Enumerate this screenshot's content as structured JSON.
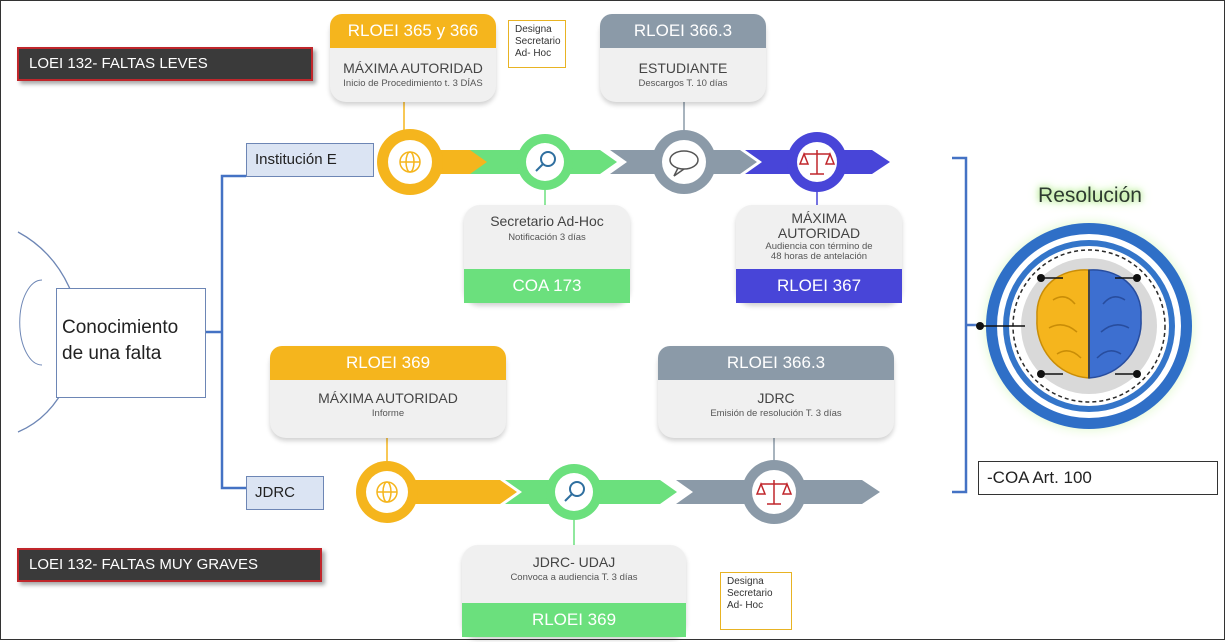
{
  "labels": {
    "faltas_leves": "LOEI 132- FALTAS LEVES",
    "faltas_muy_graves": "LOEI 132- FALTAS MUY GRAVES",
    "institucion": "Institución E",
    "jdrc": "JDRC",
    "conocimiento": "Conocimiento de una falta",
    "resolucion": "Resolución",
    "coa_art": "-COA Art. 100"
  },
  "top_row": {
    "card1": {
      "head": "RLOEI 365 y 366",
      "title": "MÁXIMA AUTORIDAD",
      "sub": "Inicio de Procedimiento t. 3 DÍAS"
    },
    "note1": "Designa Secretario Ad- Hoc",
    "card2": {
      "head": "RLOEI 366.3",
      "title": "ESTUDIANTE",
      "sub": "Descargos T. 10 días"
    },
    "card3": {
      "title": "Secretario Ad-Hoc",
      "sub": "Notificación 3 días",
      "foot": "COA 173"
    },
    "card4": {
      "title": "MÁXIMA AUTORIDAD",
      "sub": "Audiencia con término de 48 horas de antelación",
      "foot": "RLOEI 367"
    }
  },
  "bottom_row": {
    "card1": {
      "head": "RLOEI 369",
      "title": "MÁXIMA AUTORIDAD",
      "sub": "Informe"
    },
    "card2": {
      "head": "RLOEI 366.3",
      "title": "JDRC",
      "sub": "Emisión de resolución T. 3 días"
    },
    "card3": {
      "title": "JDRC- UDAJ",
      "sub": "Convoca a audiencia T. 3 días",
      "foot": "RLOEI 369"
    },
    "note2": "Designa Secretario Ad- Hoc"
  },
  "colors": {
    "yellow": "#f5b51d",
    "green": "#6be07d",
    "gray": "#8b9aa8",
    "blue": "#4845d8",
    "darkblue": "#2f5597"
  },
  "icons": [
    "globe-icon",
    "magnifier-icon",
    "speech-bubble-icon",
    "scales-icon",
    "brain-icon"
  ]
}
